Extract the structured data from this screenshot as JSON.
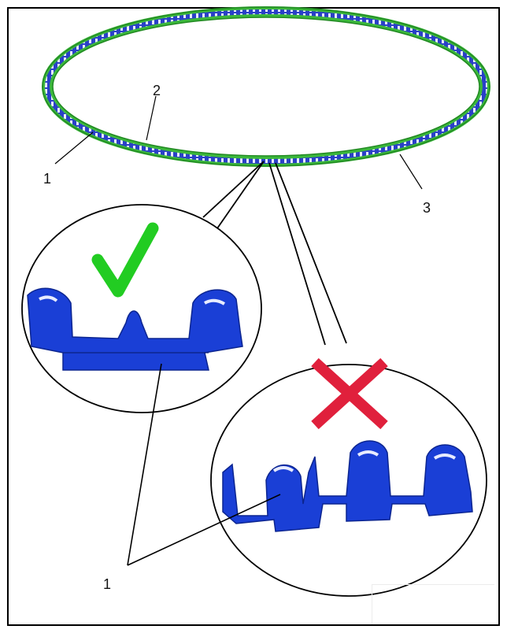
{
  "labels": {
    "outer_profile": "1",
    "spring_element": "2",
    "inner_ring": "3",
    "callout": "1"
  },
  "detail_views": [
    {
      "id": "correct",
      "mark": "check-mark-icon",
      "color": "#22cc22"
    },
    {
      "id": "incorrect",
      "mark": "cross-mark-icon",
      "color": "#e0203c"
    }
  ],
  "colors": {
    "ring_green": "#3cb83c",
    "ring_blue": "#1f3fd0",
    "part_blue": "#1a3fd6"
  }
}
